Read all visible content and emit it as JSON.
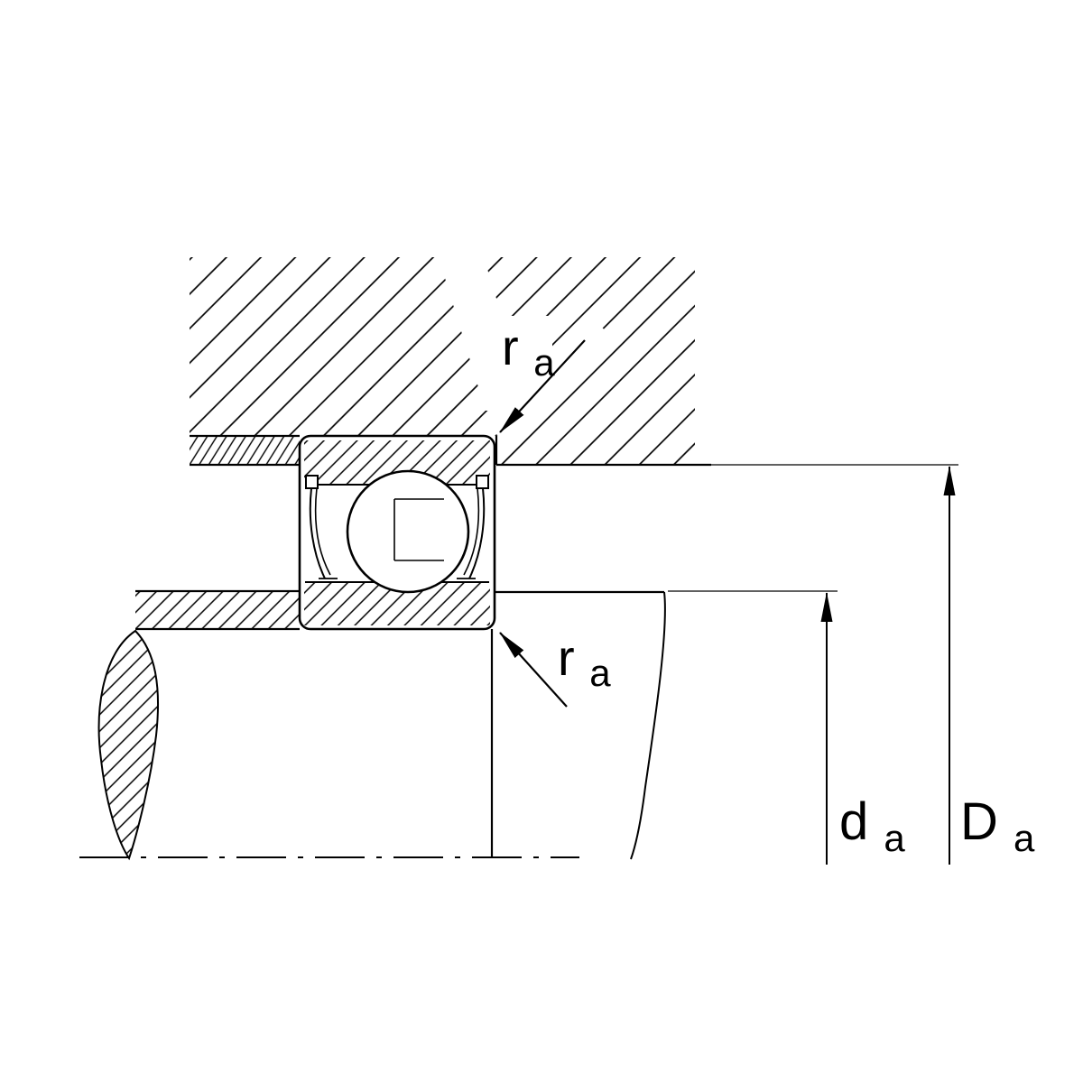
{
  "diagram": {
    "background_color": "#ffffff",
    "line_color": "#000000",
    "labels": {
      "fillet_radius_top": {
        "main": "r",
        "sub": "a"
      },
      "fillet_radius_bottom": {
        "main": "r",
        "sub": "a"
      },
      "shaft_abutment_diameter": {
        "main": "d",
        "sub": "a"
      },
      "housing_abutment_diameter": {
        "main": "D",
        "sub": "a"
      }
    }
  }
}
